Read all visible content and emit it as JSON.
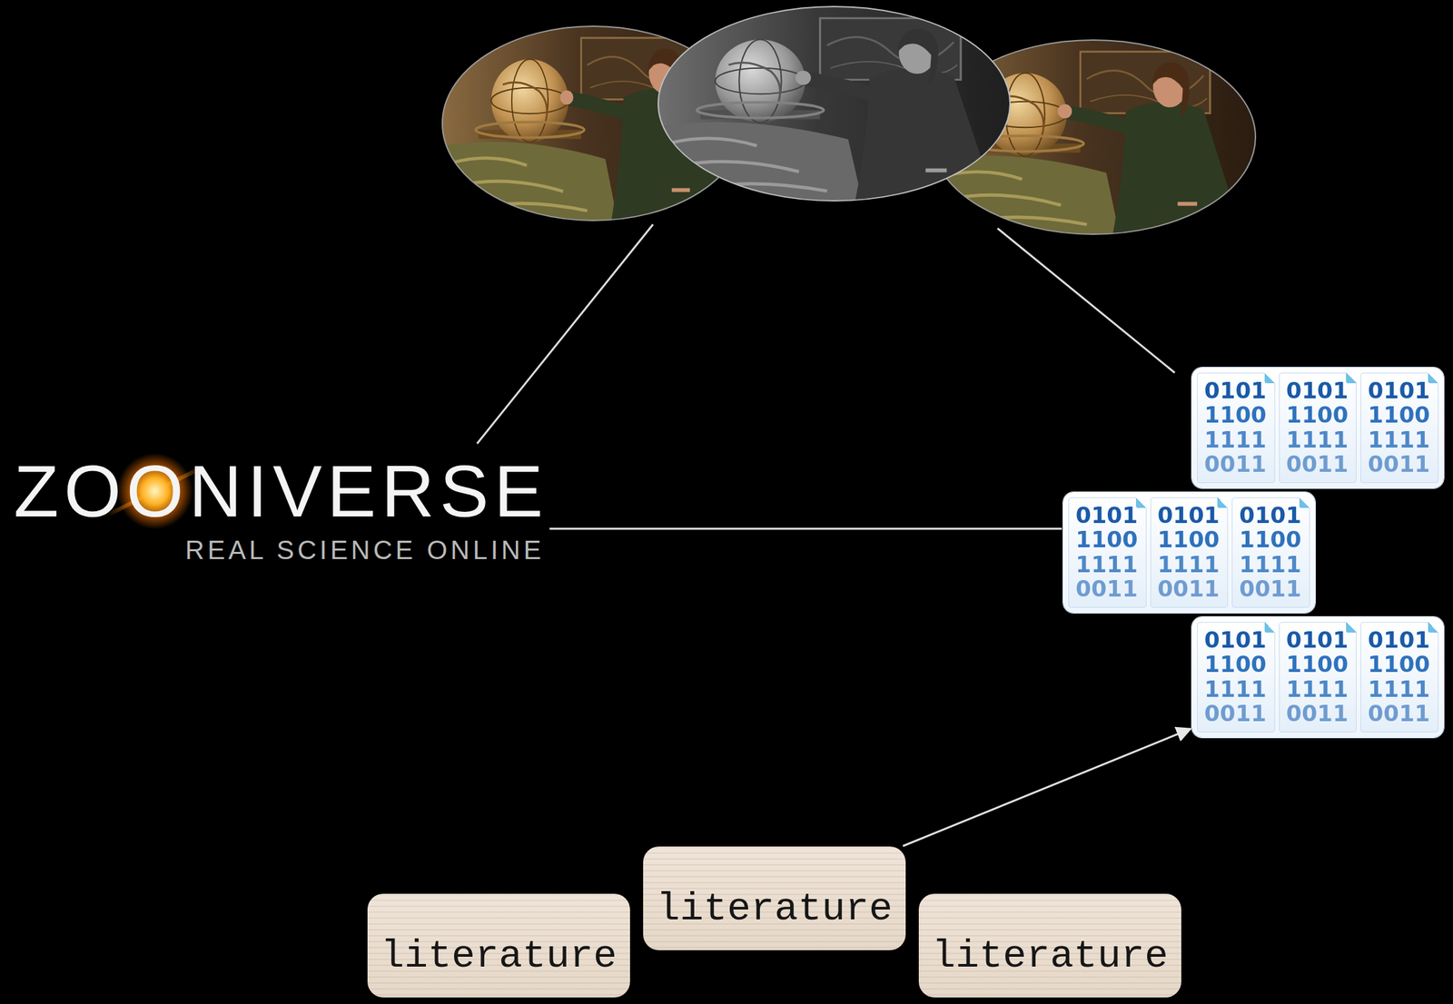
{
  "diagram": {
    "nodes": [
      {
        "text": [
          "ZOONIVERSE",
          "REAL SCIENCE ONLINE"
        ]
      },
      {
        "text": [
          "0101 1100 1111 0011",
          "0101 1100 1111 0011",
          "0101 1100 1111 0011"
        ]
      },
      {
        "text": [
          "0101 1100 1111 0011",
          "0101 1100 1111 0011",
          "0101 1100 1111 0011"
        ]
      },
      {
        "text": [
          "0101 1100 1111 0011",
          "0101 1100 1111 0011",
          "0101 1100 1111 0011"
        ]
      },
      {
        "text": [
          "literature"
        ]
      },
      {
        "text": [
          "literature"
        ]
      },
      {
        "text": [
          "literature"
        ]
      }
    ],
    "edges": [
      {
        "from": 0,
        "to": 2,
        "arrow": "none"
      },
      {
        "from": 5,
        "to": 3,
        "arrow": "to"
      }
    ]
  }
}
